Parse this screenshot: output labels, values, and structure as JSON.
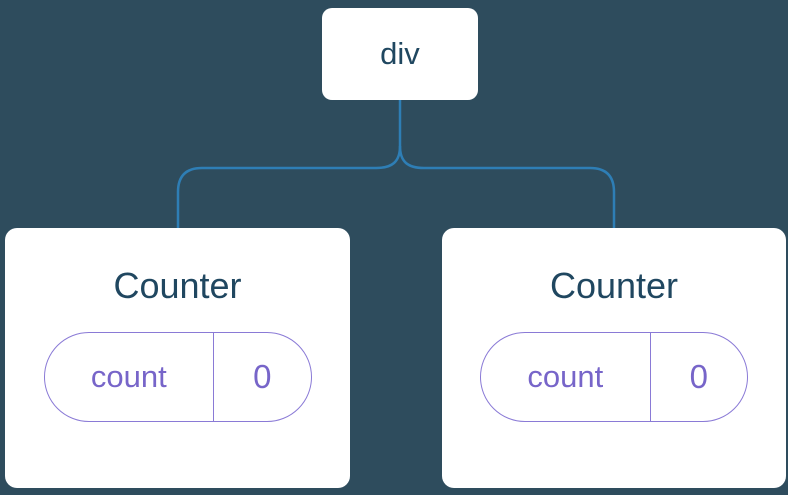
{
  "diagram": {
    "root": {
      "label": "div"
    },
    "children": [
      {
        "title": "Counter",
        "state": {
          "label": "count",
          "value": "0"
        }
      },
      {
        "title": "Counter",
        "state": {
          "label": "count",
          "value": "0"
        }
      }
    ]
  },
  "colors": {
    "background": "#2E4C5D",
    "connector": "#2E7EB5",
    "card-bg": "#FFFFFF",
    "heading": "#204760",
    "pill-border": "#8A7AD6",
    "pill-text": "#7765C9"
  }
}
